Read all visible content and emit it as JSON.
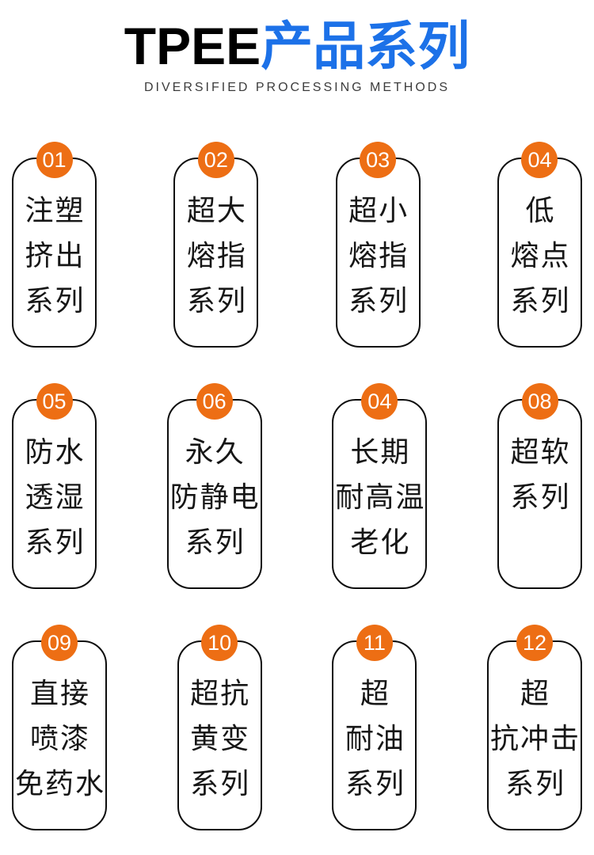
{
  "header": {
    "title_en": "TPEE",
    "title_cn": "产品系列",
    "subtitle": "DIVERSIFIED PROCESSING METHODS"
  },
  "colors": {
    "accent_orange": "#ED6E14",
    "brand_blue": "#1C71E8",
    "card_border": "#0D0D0D",
    "card_text": "#161616",
    "subtitle_gray": "#3C3C3C"
  },
  "cards": [
    {
      "badge": "01",
      "lines": [
        "注塑",
        "挤出",
        "系列"
      ]
    },
    {
      "badge": "02",
      "lines": [
        "超大",
        "熔指",
        "系列"
      ]
    },
    {
      "badge": "03",
      "lines": [
        "超小",
        "熔指",
        "系列"
      ]
    },
    {
      "badge": "04",
      "lines": [
        "低",
        "熔点",
        "系列"
      ]
    },
    {
      "badge": "05",
      "lines": [
        "防水",
        "透湿",
        "系列"
      ]
    },
    {
      "badge": "06",
      "lines": [
        "永久",
        "防静电",
        "系列"
      ]
    },
    {
      "badge": "04",
      "lines": [
        "长期",
        "耐高温",
        "老化"
      ]
    },
    {
      "badge": "08",
      "lines": [
        "超软",
        "系列"
      ]
    },
    {
      "badge": "09",
      "lines": [
        "直接",
        "喷漆",
        "免药水"
      ]
    },
    {
      "badge": "10",
      "lines": [
        "超抗",
        "黄变",
        "系列"
      ]
    },
    {
      "badge": "11",
      "lines": [
        "超",
        "耐油",
        "系列"
      ]
    },
    {
      "badge": "12",
      "lines": [
        "超",
        "抗冲击",
        "系列"
      ]
    }
  ]
}
